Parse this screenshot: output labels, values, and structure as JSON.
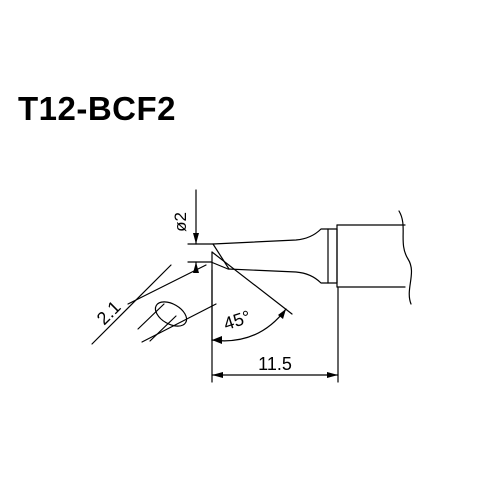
{
  "title": "T12-BCF2",
  "dimensions": {
    "diameter": "ø2",
    "length": "11.5",
    "bevel_width": "2.1",
    "angle": "45°"
  },
  "colors": {
    "line": "#000000",
    "background": "#ffffff"
  }
}
